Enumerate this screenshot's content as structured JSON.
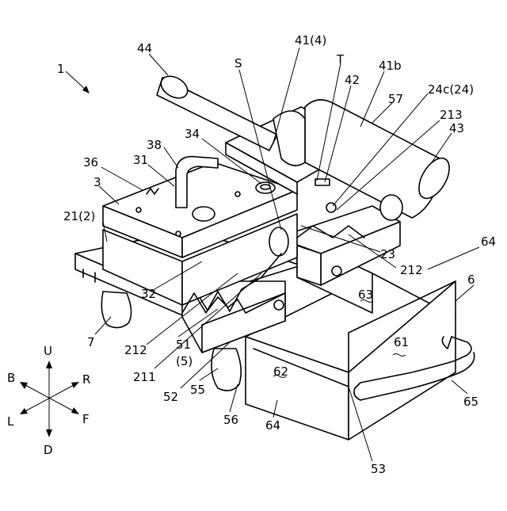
{
  "labels": {
    "l1": "1",
    "l44": "44",
    "lS": "S",
    "l41_4": "41(4)",
    "lT": "T",
    "l42": "42",
    "l41b": "41b",
    "l57": "57",
    "l24c": "24c(24)",
    "l213": "213",
    "l43": "43",
    "l34": "34",
    "l38": "38",
    "l31": "31",
    "l36": "36",
    "l3": "3",
    "l21_2": "21(2)",
    "l64a": "64",
    "l6": "6",
    "l23": "23",
    "l212a": "212",
    "l63": "63",
    "l7": "7",
    "l32": "32",
    "l212b": "212",
    "l51": "51",
    "l5": "(5)",
    "l211": "211",
    "l61": "61",
    "l52": "52",
    "l55": "55",
    "l62": "62",
    "l65": "65",
    "l56": "56",
    "l64b": "64",
    "l53": "53"
  },
  "directions": {
    "up": "U",
    "down": "D",
    "back": "B",
    "front": "F",
    "left": "L",
    "right": "R"
  }
}
